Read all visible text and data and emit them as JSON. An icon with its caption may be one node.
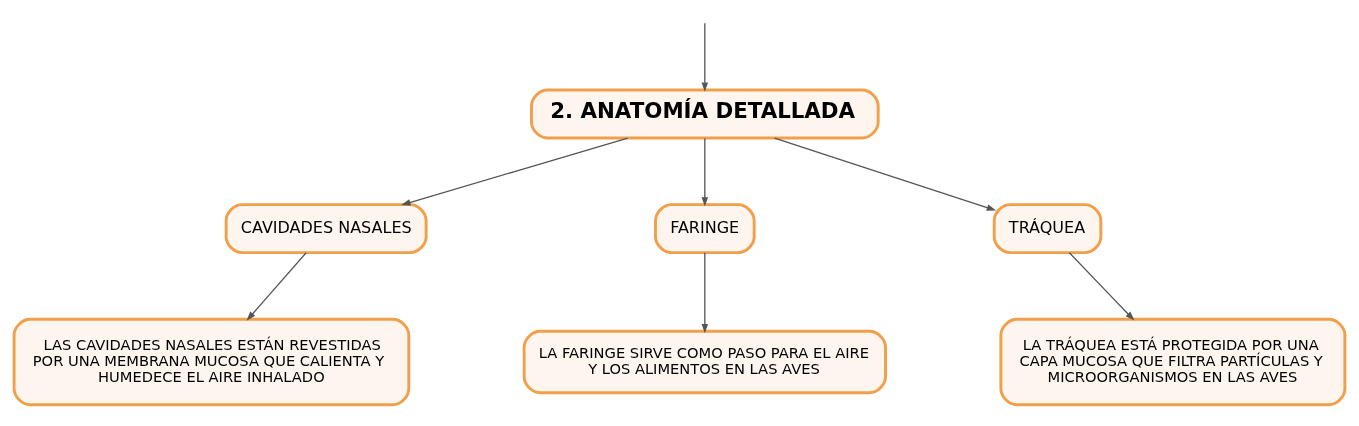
{
  "diagram": {
    "nodes": [
      {
        "text": [
          "2. ANATOMÍA DETALLADA"
        ]
      },
      {
        "text": [
          "CAVIDADES NASALES"
        ]
      },
      {
        "text": [
          "FARINGE"
        ]
      },
      {
        "text": [
          "TRÁQUEA"
        ]
      },
      {
        "text": [
          "LAS CAVIDADES NASALES ESTÁN REVESTIDAS POR UNA MEMBRANA MUCOSA QUE CALIENTA Y HUMEDECE EL AIRE INHALADO"
        ]
      },
      {
        "text": [
          "LA FARINGE SIRVE COMO PASO PARA EL AIRE Y LOS ALIMENTOS EN LAS AVES"
        ]
      },
      {
        "text": [
          "LA TRÁQUEA ESTÁ PROTEGIDA POR UNA CAPA MUCOSA QUE FILTRA PARTÍCULAS Y MICROORGANISMOS EN LAS AVES"
        ]
      }
    ],
    "edges": [
      {
        "from": null,
        "to": 0,
        "arrow": "to"
      },
      {
        "from": 0,
        "to": 1,
        "arrow": "to"
      },
      {
        "from": 0,
        "to": 2,
        "arrow": "to"
      },
      {
        "from": 0,
        "to": 3,
        "arrow": "to"
      },
      {
        "from": 1,
        "to": 4,
        "arrow": "to"
      },
      {
        "from": 2,
        "to": 5,
        "arrow": "to"
      },
      {
        "from": 3,
        "to": 6,
        "arrow": "to"
      }
    ]
  }
}
